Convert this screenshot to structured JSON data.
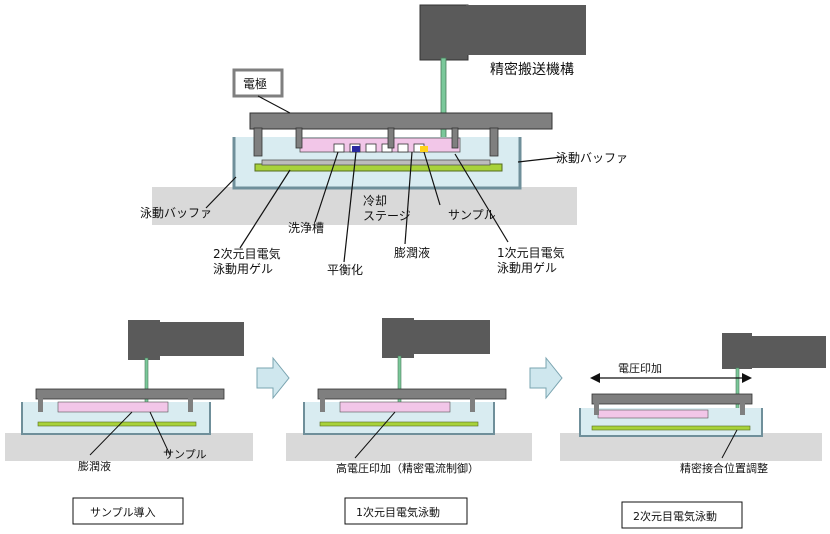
{
  "labels": {
    "transport": "精密搬送機構",
    "electrode": "電極",
    "buffer_right": "泳動バッファ",
    "buffer_left": "泳動バッファ",
    "wash": "洗浄槽",
    "cooling": "冷却\nステージ",
    "sample": "サンプル",
    "gel2d": "2次元目電気\n泳動用ゲル",
    "balance": "平衡化",
    "swell": "膨潤液",
    "gel1d": "1次元目電気\n泳動用ゲル"
  },
  "steps": [
    {
      "annotations": [
        "膨潤液",
        "サンプル"
      ],
      "caption": "サンプル導入"
    },
    {
      "annotations": [
        "高電圧印加（精密電流制御）"
      ],
      "caption": "1次元目電気泳動"
    },
    {
      "top_label": "電圧印加",
      "annotations": [
        "精密接合位置調整"
      ],
      "caption": "2次元目電気泳動"
    }
  ],
  "colors": {
    "arm": "#5a5a5a",
    "plate": "#7f7f7f",
    "tray_fill": "#d9ecf1",
    "tray_edge": "#6f8f9a",
    "gel_green": "#a8d23a",
    "stage": "#d8d8d8",
    "arrow_fill": "#cfe7ee",
    "pink": "#f2c6e8"
  }
}
